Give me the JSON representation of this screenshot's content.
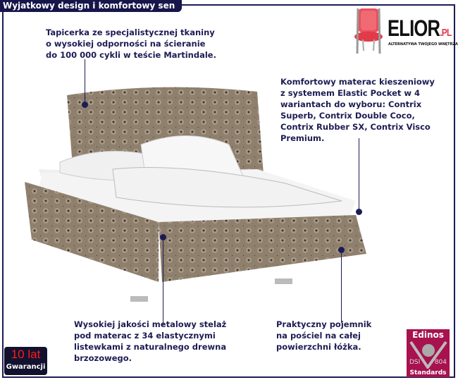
{
  "header": {
    "title": "Wyjatkowy design i komfortowy sen"
  },
  "logo": {
    "name": "ELIOR",
    "suffix": ".PL",
    "tagline": "ALTERNATYWA TWOJEGO WNĘTRZA"
  },
  "features": [
    {
      "text": "Tapicerka ze specjalistycznej tkaniny\no wysokiej odporności na ścieranie\ndo 100 000 cykli w teście Martindale."
    },
    {
      "text": "Komfortowy materac kieszeniowy\nz systemem Elastic Pocket w 4\nwariantach do wyboru: Contrix\nSuperb, Contrix Double Coco,\nContrix Rubber SX, Contrix Visco\nPremium."
    },
    {
      "text": "Wysokiej jakości metalowy stelaż\npod materac z 34 elastycznymi\nlistewkami z naturalnego drewna\nbrzozowego."
    },
    {
      "text": "Praktyczny pojemnik\nna pościel na całej\npowierzchni łóżka."
    }
  ],
  "warranty": {
    "years": "10 lat",
    "label": "Gwarancji"
  },
  "certificate": {
    "brand": "Edinos",
    "left": "DSI",
    "right": "804",
    "label": "Standards"
  },
  "colors": {
    "navy": "#1c1c54",
    "upholstery": "#8a7a68",
    "edinos": "#a8124e"
  }
}
